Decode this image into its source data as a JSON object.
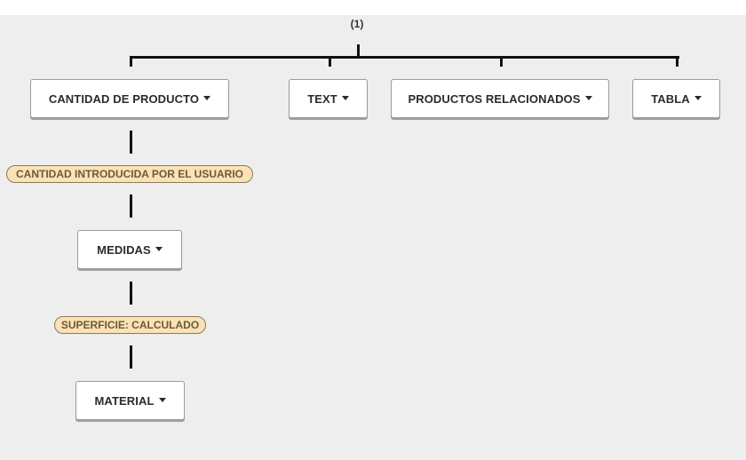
{
  "root": {
    "label": "(1)"
  },
  "nodes": {
    "cantidad_producto": {
      "label": "CANTIDAD DE PRODUCTO"
    },
    "text": {
      "label": "TEXT"
    },
    "productos_relacionados": {
      "label": "PRODUCTOS RELACIONADOS"
    },
    "tabla": {
      "label": "TABLA"
    },
    "medidas": {
      "label": "MEDIDAS"
    },
    "material": {
      "label": "MATERIAL"
    }
  },
  "conditions": {
    "cantidad_usuario": {
      "label": "CANTIDAD INTRODUCIDA POR EL USUARIO"
    },
    "superficie": {
      "label": "SUPERFICIE: CALCULADO"
    }
  },
  "colors": {
    "background": "#eeeeee",
    "node_background": "#ffffff",
    "connector": "#111111",
    "condition_fill": "#fbe2b6",
    "condition_text": "#6b5a3a"
  },
  "icons": {
    "dropdown": "caret-down-icon"
  }
}
